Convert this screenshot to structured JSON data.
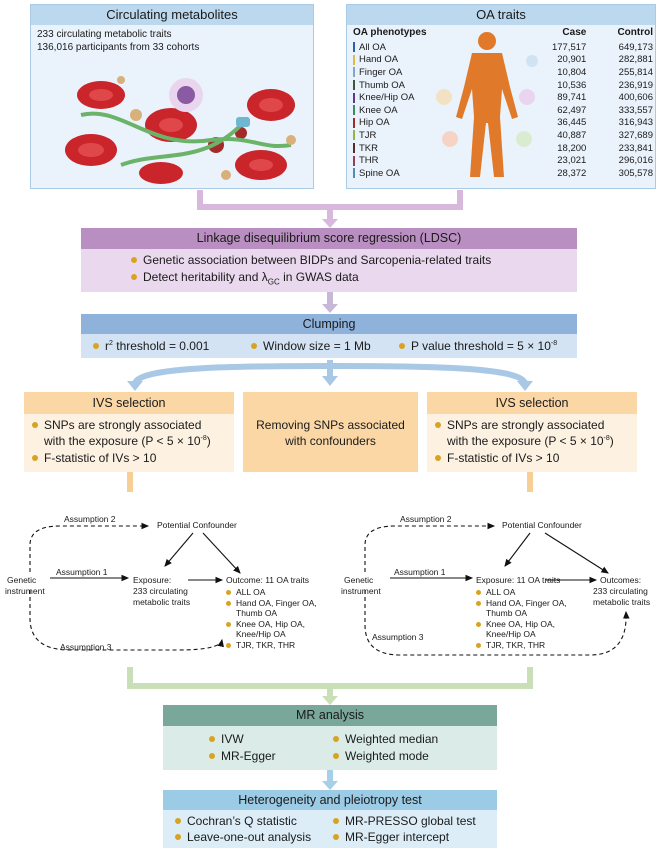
{
  "circulating": {
    "title": "Circulating metabolites",
    "line1": "233 circulating  metabolic traits",
    "line2": "136,016 participants from 33 cohorts"
  },
  "oa_traits": {
    "title": "OA traits",
    "col_phenotype": "OA phenotypes",
    "col_case": "Case",
    "col_control": "Control",
    "rows": [
      {
        "name": "All OA",
        "case": "177,517",
        "control": "649,173",
        "color": "#2f5fa7"
      },
      {
        "name": "Hand OA",
        "case": "20,901",
        "control": "282,881",
        "color": "#e0b84a"
      },
      {
        "name": "Finger OA",
        "case": "10,804",
        "control": "255,814",
        "color": "#7fa7c9"
      },
      {
        "name": "Thumb OA",
        "case": "10,536",
        "control": "236,919",
        "color": "#3c5a3a"
      },
      {
        "name": "Knee/Hip OA",
        "case": "89,741",
        "control": "400,606",
        "color": "#5b3a88"
      },
      {
        "name": "Knee OA",
        "case": "62,497",
        "control": "333,557",
        "color": "#3b8a6a"
      },
      {
        "name": "Hip OA",
        "case": "36,445",
        "control": "316,943",
        "color": "#a12a2a"
      },
      {
        "name": "TJR",
        "case": "40,887",
        "control": "327,689",
        "color": "#8fb64a"
      },
      {
        "name": "TKR",
        "case": "18,200",
        "control": "233,841",
        "color": "#5a2a28"
      },
      {
        "name": "THR",
        "case": "23,021",
        "control": "296,016",
        "color": "#9b3a5a"
      },
      {
        "name": "Spine OA",
        "case": "28,372",
        "control": "305,578",
        "color": "#4d8fb3"
      }
    ]
  },
  "ldsc": {
    "title": "Linkage disequilibrium score regression (LDSC)",
    "bullet1": "Genetic association between BIDPs and Sarcopenia-related traits",
    "bullet2_pre": "Detect heritability and λ",
    "bullet2_sub": "GC",
    "bullet2_post": " in GWAS data"
  },
  "clumping": {
    "title": "Clumping",
    "item1_pre": "r",
    "item1_sup": "2",
    "item1_post": " threshold = 0.001",
    "item2": "Window size = 1 Mb",
    "item3_pre": "P value threshold = 5 × 10",
    "item3_sup": "-8"
  },
  "ivs_left": {
    "title": "IVS selection",
    "b1a": "SNPs are strongly associated",
    "b1b_pre": "with the exposure (P < 5 × 10",
    "b1b_sup": "-8",
    "b1b_post": ")",
    "b2": "F-statistic of IVs > 10"
  },
  "removing": {
    "line1": "Removing SNPs associated",
    "line2": "with confounders"
  },
  "ivs_right": {
    "title": "IVS selection",
    "b1a": "SNPs are strongly associated",
    "b1b_pre": "with the exposure (P < 5 × 10",
    "b1b_sup": "-8",
    "b1b_post": ")",
    "b2": "F-statistic of IVs > 10"
  },
  "forward": {
    "title": "Forward",
    "assumption1": "Assumption 1",
    "assumption2": "Assumption 2",
    "assumption3": "Assumption 3",
    "confounder": "Potential Confounder",
    "genetic1": "Genetic",
    "genetic2": "instrument",
    "exposure1": "Exposure:",
    "exposure2": "233 circulating",
    "exposure3": "metabolic traits",
    "outcome_title": "Outcome: 11 OA traits",
    "outcome_items": [
      "ALL OA",
      "Hand OA, Finger OA,",
      "Thumb OA",
      "Knee OA, Hip OA,",
      "Knee/Hip OA",
      "TJR, TKR, THR"
    ]
  },
  "reverse": {
    "title": "Reverse",
    "assumption1": "Assumption 1",
    "assumption2": "Assumption 2",
    "assumption3": "Assumption 3",
    "confounder": "Potential Confounder",
    "genetic1": "Genetic",
    "genetic2": "instrument",
    "exposure_title": "Exposure: 11 OA traits",
    "exposure_items": [
      "ALL OA",
      "Hand OA, Finger OA,",
      "Thumb OA",
      "Knee OA, Hip OA,",
      "Knee/Hip OA",
      "TJR, TKR, THR"
    ],
    "outcome1": "Outcomes:",
    "outcome2": "233 circulating",
    "outcome3": "metabolic traits"
  },
  "mr": {
    "title": "MR analysis",
    "i1": "IVW",
    "i2": "MR-Egger",
    "i3": "Weighted median",
    "i4": "Weighted mode"
  },
  "het": {
    "title": "Heterogeneity and pleiotropy test",
    "i1": "Cochran’s Q statistic",
    "i2": "Leave-one-out analysis",
    "i3": "MR-PRESSO global test",
    "i4": "MR-Egger intercept"
  },
  "colors": {
    "blue_header": "#bcd8ef",
    "purple_header": "#b98ec0",
    "purple_body": "#ead9ee",
    "clump_header": "#8fb2da",
    "clump_body": "#d4e3f3",
    "orange_header": "#fbd7a6",
    "orange_body": "#fdf2e2",
    "green_header": "#b7d79b",
    "green_body": "#eef5e6",
    "mr_header": "#79a89a",
    "mr_body": "#dbece8",
    "het_header": "#9ccbe6",
    "het_body": "#dcedf7",
    "bullet": "#d9a321"
  }
}
